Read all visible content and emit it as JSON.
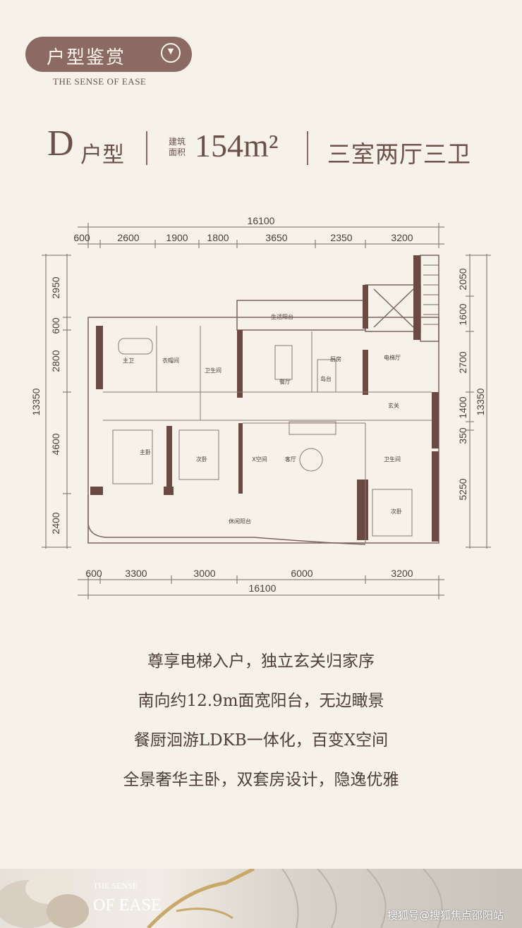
{
  "header": {
    "badge_label": "户型鉴赏",
    "badge_icon": "chevron-down-icon",
    "subtitle": "THE SENSE OF EASE"
  },
  "unit": {
    "type_letter": "D",
    "type_suffix": "户型",
    "area_label_line1": "建筑",
    "area_label_line2": "面积",
    "area_value": "154m²",
    "layout": "三室两厅三卫"
  },
  "plan": {
    "top_total": "16100",
    "top_dims": [
      "600",
      "2600",
      "1900",
      "1800",
      "3650",
      "2350",
      "3200"
    ],
    "bottom_total": "16100",
    "bottom_dims": [
      "600",
      "3300",
      "3000",
      "6000",
      "3200"
    ],
    "left_total": "13350",
    "left_dims": [
      "2950",
      "600",
      "2800",
      "4600",
      "2400"
    ],
    "right_total": "13350",
    "right_dims": [
      "2050",
      "1600",
      "2700",
      "1400",
      "350",
      "5250"
    ],
    "rooms": {
      "master_bath": "主卫",
      "cloakroom": "衣帽间",
      "bathroom": "卫生间",
      "utility_balcony": "生活阳台",
      "kitchen": "厨房",
      "island": "岛台",
      "dining": "餐厅",
      "elevator_hall": "电梯厅",
      "entrance": "玄关",
      "master_bedroom": "主卧",
      "second_bedroom": "次卧",
      "x_space": "X空间",
      "living_room": "客厅",
      "bathroom_2": "卫生间",
      "second_bedroom_2": "次卧",
      "leisure_balcony": "休闲阳台"
    }
  },
  "features": [
    "尊享电梯入户，独立玄关归家序",
    "南向约12.9m面宽阳台，无边瞰景",
    "餐厨洄游LDKB一体化，百变X空间",
    "全景奢华主卧，双套房设计，隐逸优雅"
  ],
  "footer": {
    "brand_line1": "THE SENSE",
    "brand_line2": "OF EASE",
    "watermark": "搜狐号@搜狐焦点邵阳站"
  },
  "colors": {
    "accent": "#8b6a63",
    "background": "#f6f2ea",
    "wall": "#6b4a44",
    "text": "#4d3e3a"
  }
}
